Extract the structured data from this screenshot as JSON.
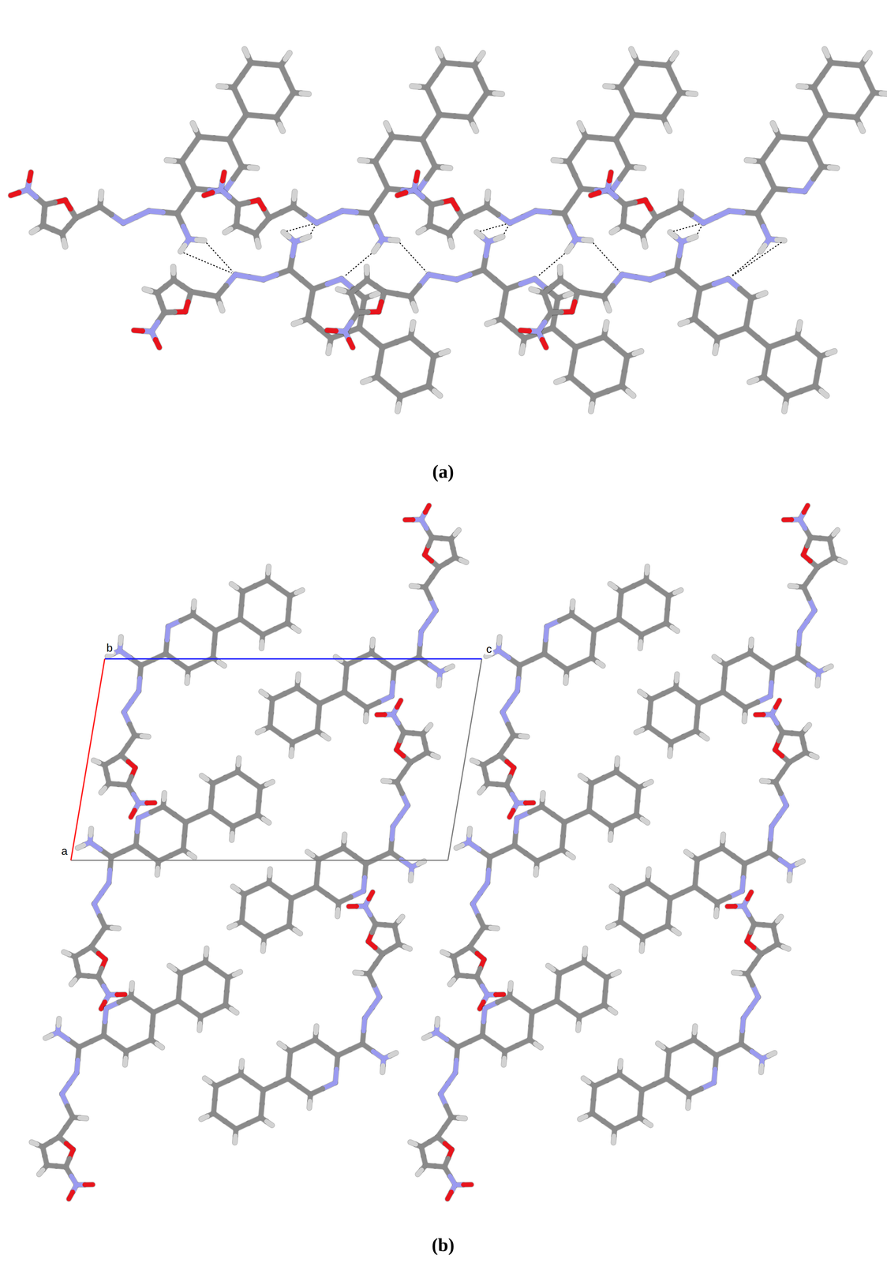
{
  "diagram": {
    "labels": [
      "(a)",
      "b",
      "c",
      "a",
      "(b)"
    ]
  }
}
